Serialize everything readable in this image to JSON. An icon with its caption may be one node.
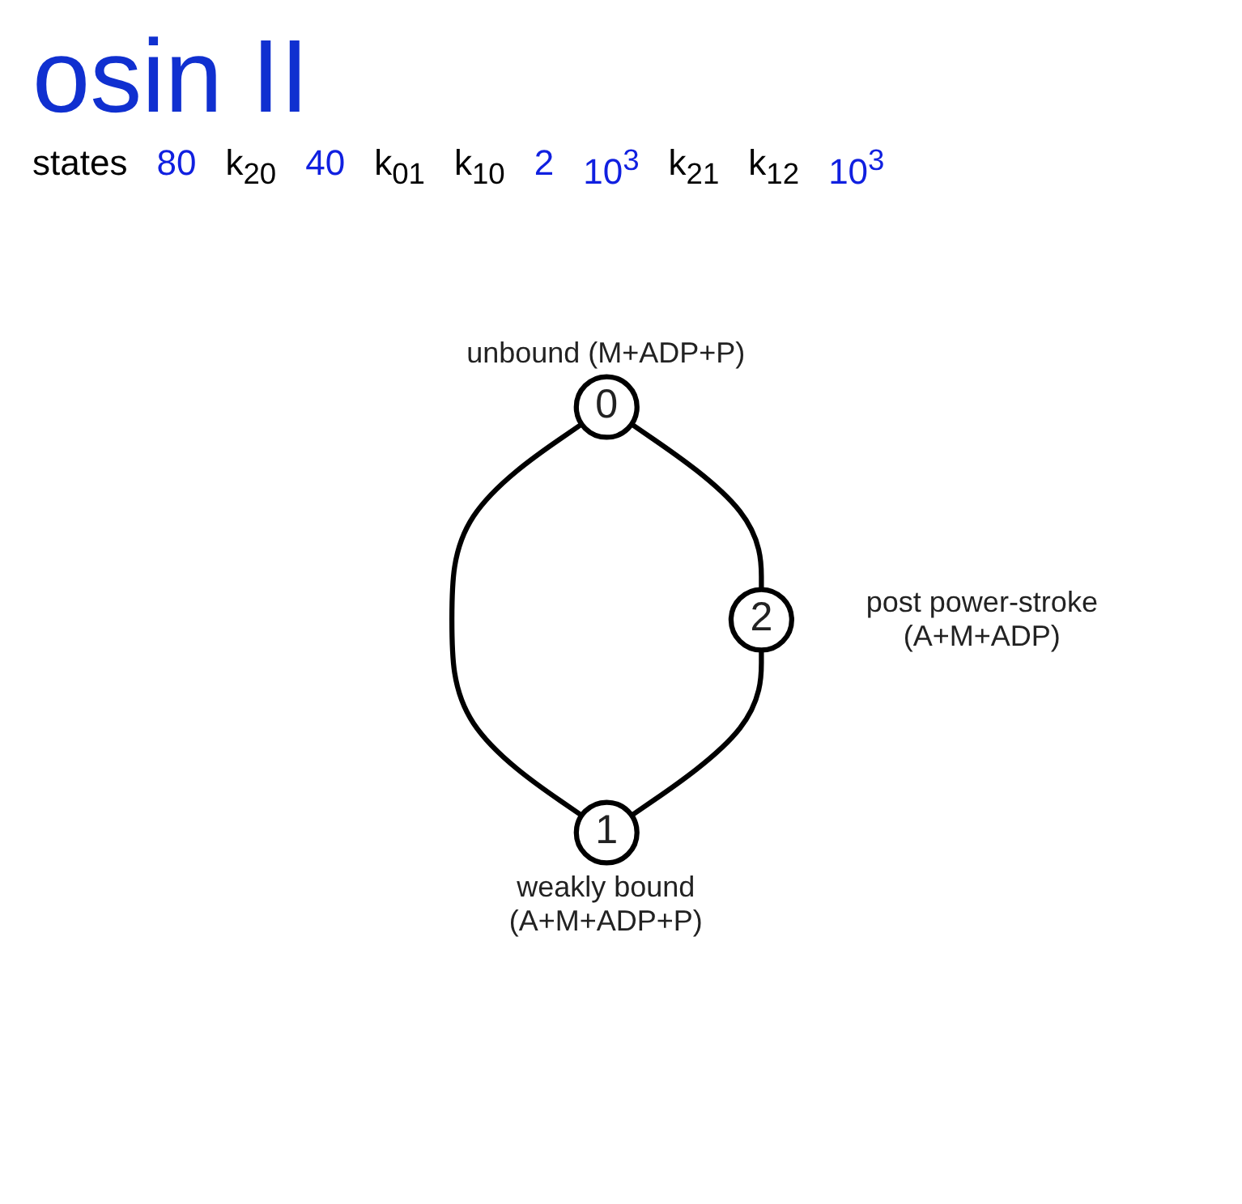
{
  "diagram": {
    "title": "osin II",
    "nodes": [
      {
        "text": [
          "0"
        ],
        "beside": [
          "unbound (M+ADP+P)"
        ]
      },
      {
        "text": [
          "1"
        ],
        "beside": [
          "weakly bound (A+M+ADP+P)"
        ]
      },
      {
        "text": [
          "2"
        ],
        "beside": [
          "post power-stroke (A+M+ADP)"
        ]
      }
    ],
    "edges": [
      {
        "from": 0,
        "to": 2,
        "arrow": "none"
      },
      {
        "from": 0,
        "to": 1,
        "arrow": "none"
      },
      {
        "from": 2,
        "to": 1,
        "arrow": "none"
      }
    ],
    "labels": [
      "states",
      "80",
      "k$_{20}$",
      "40",
      "k$_{01}$",
      "k$_{10}$",
      "2",
      "10$^{3}$",
      "k$_{21}$",
      "k$_{12}$",
      "10$^{3}$"
    ]
  }
}
